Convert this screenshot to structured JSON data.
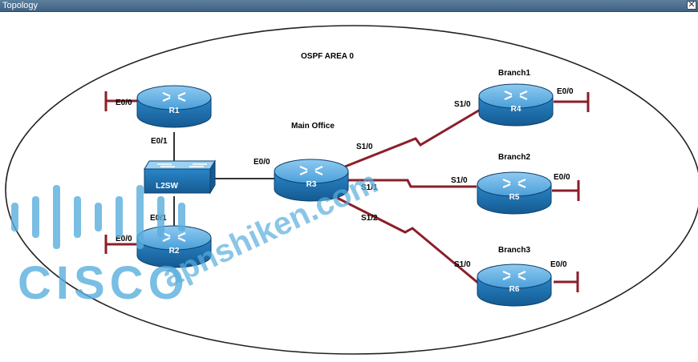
{
  "window": {
    "title": "Topology",
    "close_glyph": "✕"
  },
  "diagram": {
    "area_label": "OSPF AREA 0",
    "site_labels": {
      "main_office": "Main Office",
      "branch1": "Branch1",
      "branch2": "Branch2",
      "branch3": "Branch3"
    },
    "devices": {
      "r1": "R1",
      "r2": "R2",
      "r3": "R3",
      "r4": "R4",
      "r5": "R5",
      "r6": "R6",
      "switch": "L2SW"
    },
    "interfaces": {
      "r1_e00": "E0/0",
      "r1_e01": "E0/1",
      "r2_e00": "E0/0",
      "r2_e01": "E0/1",
      "r3_e00": "E0/0",
      "r3_s10": "S1/0",
      "r3_s11": "S1/1",
      "r3_s12": "S1/2",
      "r4_s10": "S1/0",
      "r4_e00": "E0/0",
      "r5_s10": "S1/0",
      "r5_e00": "E0/0",
      "r6_s10": "S1/0",
      "r6_e00": "E0/0"
    },
    "watermarks": {
      "cisco": "CISCO",
      "site": "apnshiken.com"
    },
    "colors": {
      "router_body": "#2a86c8",
      "router_top": "#5fb0e6",
      "link_ethernet": "#333333",
      "link_serial": "#8b1e2a",
      "watermark": "#5aaede"
    }
  }
}
